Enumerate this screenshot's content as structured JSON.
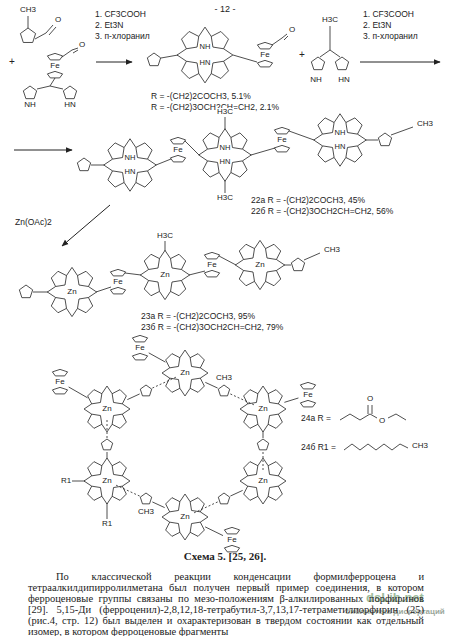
{
  "diagram": {
    "caption": "Схема 5. [25, 26].",
    "labels": [
      "- 12 -",
      "CH3",
      "O",
      "+",
      "Fe",
      "O",
      "NH",
      "HN",
      "1. CF3COOH",
      "2. Et3N",
      "3. п-хлоранил",
      "NH",
      "HN",
      "Fe",
      "O",
      "R = -(CH2)2COCH3,  5.1%",
      "R = -(CH2)3OCH2CH=CH2, 2.1%",
      "+",
      "H3C",
      "NH",
      "HN",
      "1. CF3COOH",
      "2. Et3N",
      "3. п-хлоранил",
      "NH",
      "HN",
      "Fe",
      "H3C",
      "NH",
      "HN",
      "H3C",
      "Fe",
      "NH",
      "HN",
      "CH3",
      "22а R = -(CH2)2COCH3, 45%",
      "22б R = -(CH2)3OCH2CH=CH2, 56%",
      "Zn(OAc)2",
      "Zn",
      "Fe",
      "H3C",
      "Zn",
      "Fe",
      "Zn",
      "CH3",
      "23а R = -(CH2)2COCH3, 95%",
      "23б R = -(CH2)3OCH2CH=CH2, 79%",
      "Zn",
      "Zn",
      "Zn",
      "Zn",
      "Zn",
      "Zn",
      "CH3",
      "CH3",
      "Fe",
      "Fe",
      "Fe",
      "Fe",
      "R1",
      "R1",
      "24а R =",
      "O",
      "O",
      "24б R1 =",
      "CH3",
      "dsLib.net",
      "библиотека диссертаций",
      "По классической реакции конденсации формилферроцена и тетраалкилдипирролилметана был получен первый пример соединения, в котором ферроценовые группы связаны по мезо-положениям β-алкилированных порфиринов [29]. 5,15-Ди (ферроценил)-2,8,12,18-тетрабутил-3,7,13,17-тетраметилпорфирин (25) (рис.4, стр. 12) был выделен и охарактеризован в твердом состоянии как отдельный изомер, в котором ферроценовые фрагменты"
    ]
  }
}
